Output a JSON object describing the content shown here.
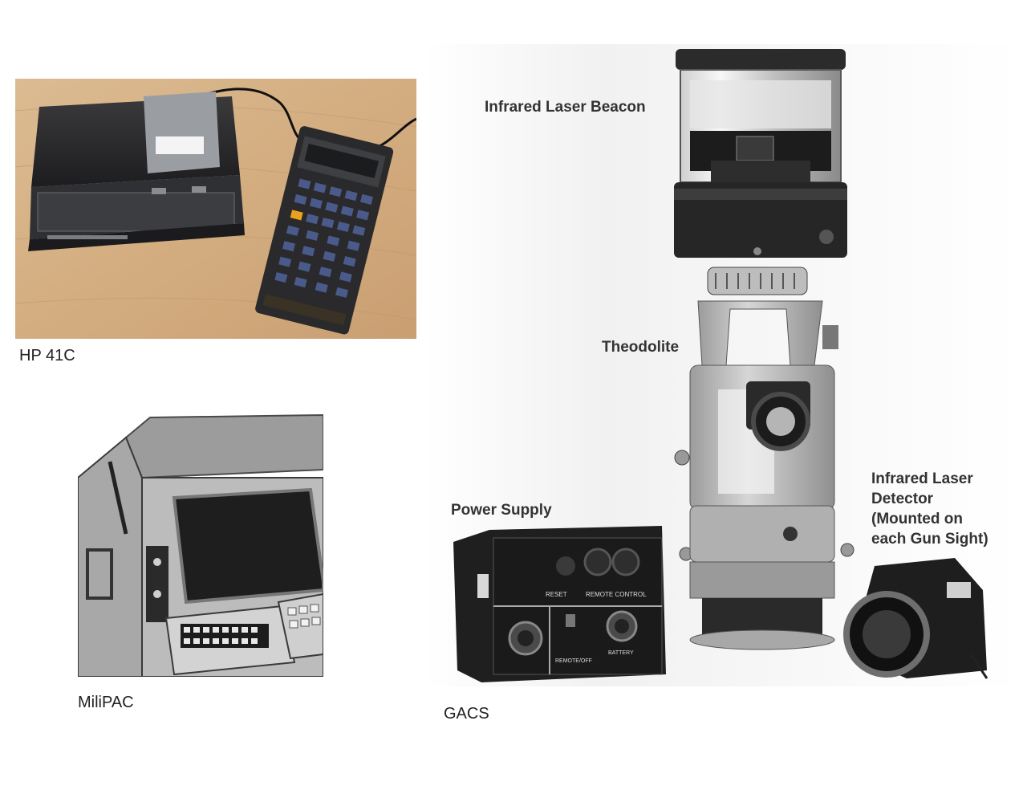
{
  "captions": {
    "hp41c": "HP 41C",
    "milipac": "MiliPAC",
    "gacs": "GACS"
  },
  "labels": {
    "beacon": "Infrared Laser Beacon",
    "theodolite": "Theodolite",
    "power_supply": "Power Supply",
    "detector": [
      "Infrared Laser",
      "Detector",
      "(Mounted on",
      "each Gun Sight)"
    ]
  },
  "device_text": {
    "reset": "RESET",
    "remote_control": "REMOTE CONTROL",
    "remote_off": "REMOTE/OFF",
    "battery": "BATTERY"
  },
  "colors": {
    "wood": "#d7b58c",
    "device_dark": "#2a2a2c",
    "theodolite_gray": "#bdbdbd"
  }
}
